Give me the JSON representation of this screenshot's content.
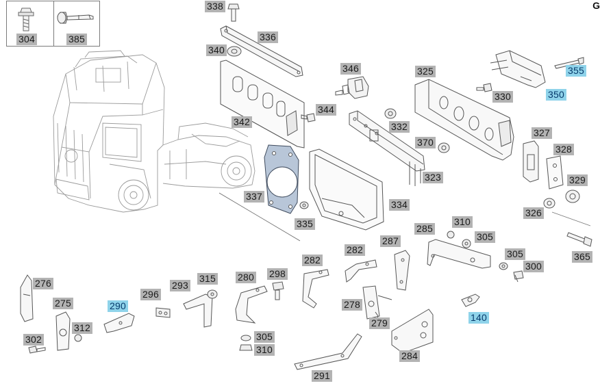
{
  "corner_mark": "G",
  "legend": [
    {
      "number": "304",
      "icon": "flange-bolt-icon"
    },
    {
      "number": "385",
      "icon": "rivet-icon"
    }
  ],
  "highlight_color": "#8fd3ea",
  "label_color": "#b3b3b3",
  "callouts": [
    {
      "id": "338",
      "highlighted": false
    },
    {
      "id": "336",
      "highlighted": false
    },
    {
      "id": "340",
      "highlighted": false
    },
    {
      "id": "346",
      "highlighted": false
    },
    {
      "id": "325",
      "highlighted": false
    },
    {
      "id": "355",
      "highlighted": true
    },
    {
      "id": "330",
      "highlighted": false
    },
    {
      "id": "350",
      "highlighted": true
    },
    {
      "id": "344",
      "highlighted": false
    },
    {
      "id": "342",
      "highlighted": false
    },
    {
      "id": "332",
      "highlighted": false
    },
    {
      "id": "327",
      "highlighted": false
    },
    {
      "id": "370",
      "highlighted": false
    },
    {
      "id": "328",
      "highlighted": false
    },
    {
      "id": "323",
      "highlighted": false
    },
    {
      "id": "329",
      "highlighted": false
    },
    {
      "id": "337",
      "highlighted": false
    },
    {
      "id": "334",
      "highlighted": false
    },
    {
      "id": "326",
      "highlighted": false
    },
    {
      "id": "335",
      "highlighted": false
    },
    {
      "id": "310",
      "highlighted": false
    },
    {
      "id": "285",
      "highlighted": false
    },
    {
      "id": "305",
      "highlighted": false
    },
    {
      "id": "282",
      "highlighted": false
    },
    {
      "id": "287",
      "highlighted": false
    },
    {
      "id": "365",
      "highlighted": false
    },
    {
      "id": "282",
      "highlighted": false
    },
    {
      "id": "305",
      "highlighted": false
    },
    {
      "id": "300",
      "highlighted": false
    },
    {
      "id": "276",
      "highlighted": false
    },
    {
      "id": "315",
      "highlighted": false
    },
    {
      "id": "280",
      "highlighted": false
    },
    {
      "id": "298",
      "highlighted": false
    },
    {
      "id": "293",
      "highlighted": false
    },
    {
      "id": "296",
      "highlighted": false
    },
    {
      "id": "275",
      "highlighted": false
    },
    {
      "id": "290",
      "highlighted": true
    },
    {
      "id": "278",
      "highlighted": false
    },
    {
      "id": "140",
      "highlighted": true
    },
    {
      "id": "312",
      "highlighted": false
    },
    {
      "id": "279",
      "highlighted": false
    },
    {
      "id": "302",
      "highlighted": false
    },
    {
      "id": "305",
      "highlighted": false
    },
    {
      "id": "310",
      "highlighted": false
    },
    {
      "id": "284",
      "highlighted": false
    },
    {
      "id": "291",
      "highlighted": false
    }
  ],
  "parts": [
    "truck-illustration",
    "mounting-plate-342",
    "rail-bracket-336",
    "gasket-337",
    "housing-334",
    "support-bracket-325",
    "cover-350",
    "guide-rail-323",
    "bracket-327"
  ]
}
